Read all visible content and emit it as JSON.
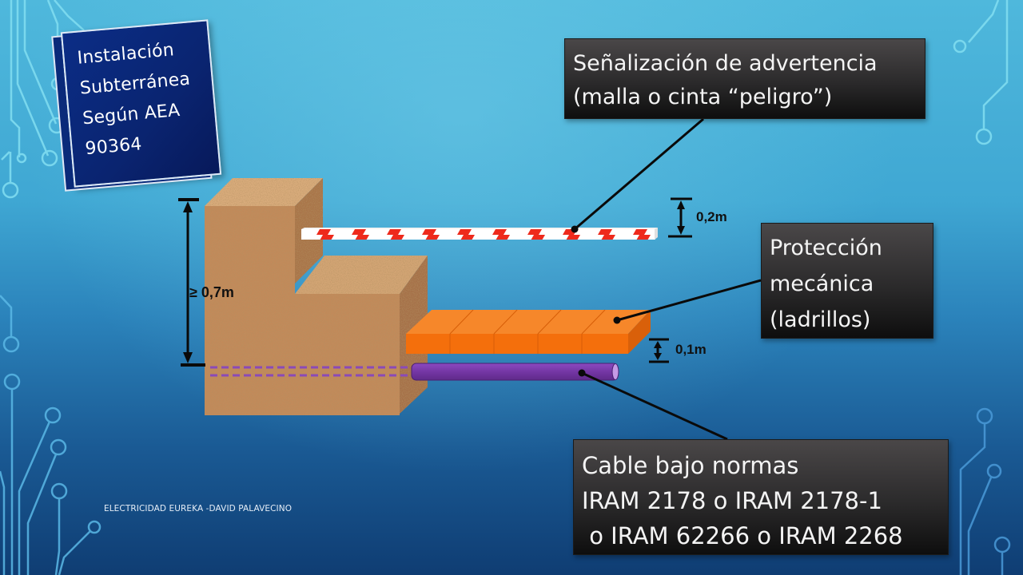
{
  "slide": {
    "title_card": {
      "lines": [
        "Instalación",
        "Subterránea",
        "Según AEA",
        "90364"
      ]
    },
    "callouts": {
      "warning_signal": {
        "lines": [
          "Señalización de advertencia",
          "(malla o cinta “peligro”)"
        ]
      },
      "mechanical_protection": {
        "lines": [
          "Protección",
          "mecánica",
          "(ladrillos)"
        ]
      },
      "cable": {
        "lines": [
          "Cable bajo normas",
          "IRAM 2178 o IRAM 2178-1",
          " o IRAM 62266 o IRAM 2268"
        ]
      }
    },
    "dimensions": {
      "depth": "≥ 0,7m",
      "warning_tape_height": "0,2m",
      "brick_to_cable": "0,1m"
    },
    "footer": "ELECTRICIDAD EUREKA -DAVID PALAVECINO"
  },
  "colors": {
    "background_top": "#4fb8dc",
    "background_bottom": "#0f3d73",
    "title_card": "#0a2470",
    "callout_box": "#2b2a2b",
    "soil": "#c0895a",
    "warning_tape_red": "#ee2a1c",
    "warning_tape_white": "#ffffff",
    "bricks": "#f57a1c",
    "cable": "#7b3aa8",
    "circuit_lines": "#7fdcf0"
  }
}
